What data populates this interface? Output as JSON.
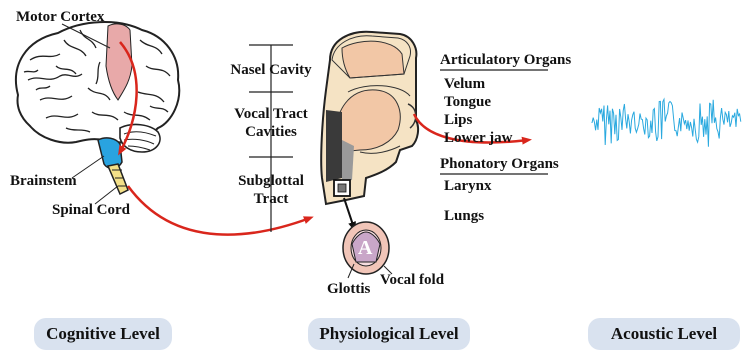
{
  "brain": {
    "motor_cortex": "Motor Cortex",
    "brainstem": "Brainstem",
    "spinal_cord": "Spinal Cord"
  },
  "tract": {
    "nasal_cavity": "Nasel Cavity",
    "vocal_tract_line1": "Vocal Tract",
    "vocal_tract_line2": "Cavities",
    "subglottal_line1": "Subglottal",
    "subglottal_line2": "Tract"
  },
  "articulatory": {
    "heading": "Articulatory Organs",
    "items": [
      "Velum",
      "Tongue",
      "Lips",
      "Lower jaw"
    ]
  },
  "phonatory": {
    "heading": "Phonatory Organs",
    "items": [
      "Larynx",
      "Lungs"
    ]
  },
  "glottis": {
    "glottis_label": "Glottis",
    "vocal_fold_label": "Vocal fold",
    "letter": "A"
  },
  "levels": {
    "cognitive": "Cognitive Level",
    "physiological": "Physiological Level",
    "acoustic": "Acoustic Level"
  },
  "colors": {
    "arrow": "#d9261c",
    "waveform": "#2aa9df",
    "level_box": "#d9e2ef",
    "cortex": "#e8a9a9",
    "brainstem": "#29a3e0",
    "spinal_cord": "#f3e088"
  }
}
